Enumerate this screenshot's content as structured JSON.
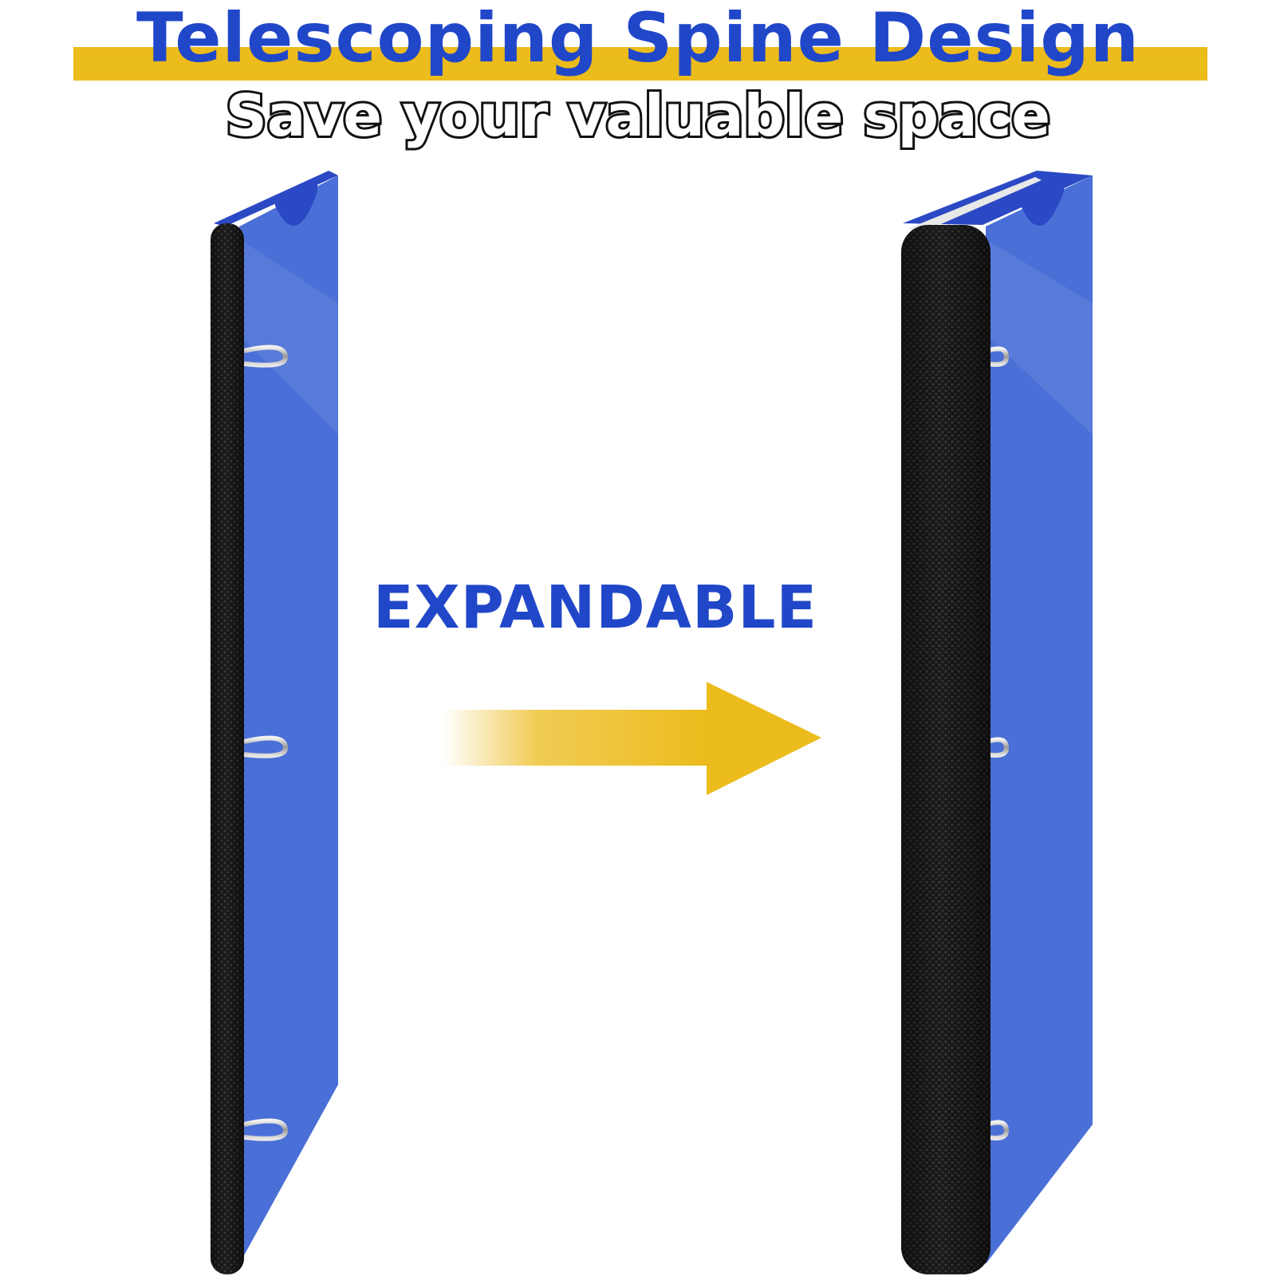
{
  "heading": {
    "title": "Telescoping Spine Design",
    "subtitle": "Save your valuable space"
  },
  "label": {
    "text": "EXPANDABLE"
  },
  "colors": {
    "title_blue": "#2147c9",
    "band_yellow": "#ecbb1c",
    "arrow_yellow": "#ecbb1c",
    "cover_blue": "#4a6fd6",
    "cover_blue_dark": "#2b49c4",
    "spine_black": "#1c1c1c"
  },
  "binders": [
    {
      "name": "binder-narrow",
      "state": "collapsed"
    },
    {
      "name": "binder-wide",
      "state": "expanded"
    }
  ],
  "icons": {
    "arrow": "arrow-right-icon"
  }
}
